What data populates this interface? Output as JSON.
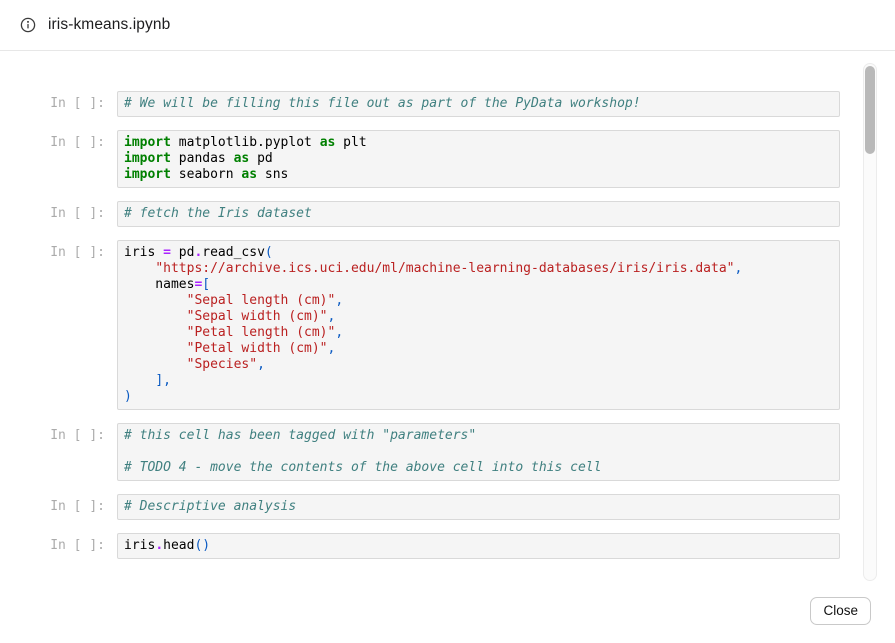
{
  "header": {
    "title": "iris-kmeans.ipynb",
    "icon": "info-circle-icon"
  },
  "notebook": {
    "prompt": "In [ ]:",
    "cells": [
      {
        "lines": [
          [
            [
              "com",
              "# We will be filling this file out as part of the PyData workshop!"
            ]
          ]
        ]
      },
      {
        "lines": [
          [
            [
              "kw",
              "import"
            ],
            [
              "pl",
              " matplotlib.pyplot "
            ],
            [
              "kw",
              "as"
            ],
            [
              "pl",
              " plt"
            ]
          ],
          [
            [
              "kw",
              "import"
            ],
            [
              "pl",
              " pandas "
            ],
            [
              "kw",
              "as"
            ],
            [
              "pl",
              " pd"
            ]
          ],
          [
            [
              "kw",
              "import"
            ],
            [
              "pl",
              " seaborn "
            ],
            [
              "kw",
              "as"
            ],
            [
              "pl",
              " sns"
            ]
          ]
        ]
      },
      {
        "lines": [
          [
            [
              "com",
              "# fetch the Iris dataset"
            ]
          ]
        ]
      },
      {
        "lines": [
          [
            [
              "pl",
              "iris "
            ],
            [
              "op",
              "="
            ],
            [
              "pl",
              " pd"
            ],
            [
              "op",
              "."
            ],
            [
              "pl",
              "read_csv"
            ],
            [
              "punc",
              "("
            ]
          ],
          [
            [
              "pl",
              "    "
            ],
            [
              "str",
              "\"https://archive.ics.uci.edu/ml/machine-learning-databases/iris/iris.data\""
            ],
            [
              "punc",
              ","
            ]
          ],
          [
            [
              "pl",
              "    names"
            ],
            [
              "op",
              "="
            ],
            [
              "punc",
              "["
            ]
          ],
          [
            [
              "pl",
              "        "
            ],
            [
              "str",
              "\"Sepal length (cm)\""
            ],
            [
              "punc",
              ","
            ]
          ],
          [
            [
              "pl",
              "        "
            ],
            [
              "str",
              "\"Sepal width (cm)\""
            ],
            [
              "punc",
              ","
            ]
          ],
          [
            [
              "pl",
              "        "
            ],
            [
              "str",
              "\"Petal length (cm)\""
            ],
            [
              "punc",
              ","
            ]
          ],
          [
            [
              "pl",
              "        "
            ],
            [
              "str",
              "\"Petal width (cm)\""
            ],
            [
              "punc",
              ","
            ]
          ],
          [
            [
              "pl",
              "        "
            ],
            [
              "str",
              "\"Species\""
            ],
            [
              "punc",
              ","
            ]
          ],
          [
            [
              "pl",
              "    "
            ],
            [
              "punc",
              "],"
            ]
          ],
          [
            [
              "punc",
              ")"
            ]
          ]
        ]
      },
      {
        "lines": [
          [
            [
              "com",
              "# this cell has been tagged with \"parameters\""
            ]
          ],
          [],
          [
            [
              "com",
              "# TODO 4 - move the contents of the above cell into this cell"
            ]
          ]
        ]
      },
      {
        "lines": [
          [
            [
              "com",
              "# Descriptive analysis"
            ]
          ]
        ]
      },
      {
        "lines": [
          [
            [
              "pl",
              "iris"
            ],
            [
              "op",
              "."
            ],
            [
              "pl",
              "head"
            ],
            [
              "punc",
              "()"
            ]
          ]
        ]
      }
    ]
  },
  "footer": {
    "close_label": "Close"
  },
  "colors": {
    "keyword": "#008000",
    "comment": "#408080",
    "string": "#ba2121",
    "operator": "#aa22ff",
    "punctuation": "#0a5ac2",
    "prompt": "#ababab",
    "cell_bg": "#f5f5f5",
    "cell_border": "#d9d9d9"
  }
}
